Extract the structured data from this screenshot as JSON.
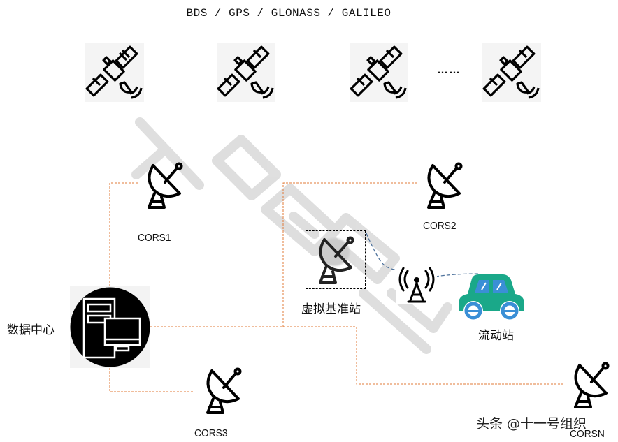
{
  "diagram": {
    "title": "BDS / GPS / GLONASS / GALILEO",
    "satellites": [
      {
        "icon": "satellite-icon"
      },
      {
        "icon": "satellite-icon"
      },
      {
        "icon": "satellite-icon"
      },
      {
        "icon": "satellite-icon"
      }
    ],
    "ellipsis": "……",
    "stations": {
      "cors1": "CORS1",
      "cors2": "CORS2",
      "cors3": "CORS3",
      "corsn": "CORSN"
    },
    "data_center": "数据中心",
    "virtual_station": "虚拟基准站",
    "rover": "流动站",
    "colors": {
      "link_line": "#e07b39",
      "radio_line": "#4a6f9a",
      "car": "#1aa889",
      "car_wheel": "#3a8fd6",
      "icon": "#000000"
    }
  },
  "watermark": "头条 @十一号组织"
}
